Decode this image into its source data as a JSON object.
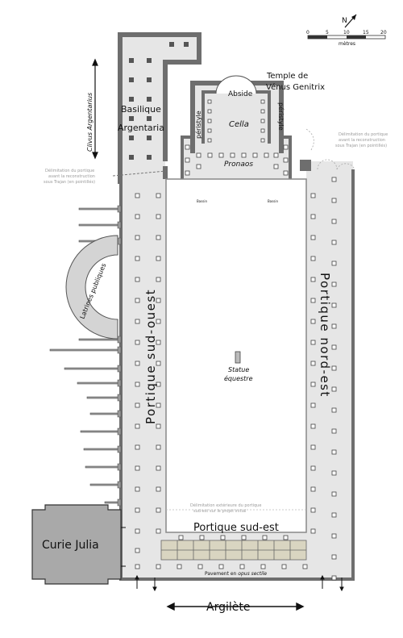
{
  "map": {
    "compass_label": "N",
    "scale": {
      "ticks": [
        "0",
        "5",
        "10",
        "15",
        "20"
      ],
      "unit": "mètres"
    },
    "labels": {
      "temple_title_line1": "Temple de",
      "temple_title_line2": "Vénus Genitrix",
      "abside": "Abside",
      "cella": "Cella",
      "peristyle_left": "péristyle",
      "peristyle_right": "péristyle",
      "pronaos": "Pronaos",
      "basin_left": "Bassin",
      "basin_right": "Bassin",
      "basilique_line1": "Basilique",
      "basilique_line2": "Argentaria",
      "clivus": "Clivus Argentarius",
      "latrines": "Latrines publiques",
      "portique_sud_ouest": "Portique sud-ouest",
      "portique_nord_est": "Portique nord-est",
      "portique_sud_est": "Portique sud-est",
      "statue_line1": "Statue",
      "statue_line2": "équestre",
      "curie": "Curie Julia",
      "argilete": "Argilète",
      "pavement_prefix": "Pavement en ",
      "pavement_italic": "opus sectile",
      "note_left_1": "Délimitation du portique",
      "note_left_2": "avant la reconstruction",
      "note_left_3": "sous Trajan (en pointillés)",
      "note_right_1": "Délimitation du portique",
      "note_right_2": "avant la reconstruction",
      "note_right_3": "sous Trajan (en pointillés)",
      "note_bottom_1": "Délimitation extérieure du portique",
      "note_bottom_2": "sud-est sur le projet initial"
    }
  }
}
